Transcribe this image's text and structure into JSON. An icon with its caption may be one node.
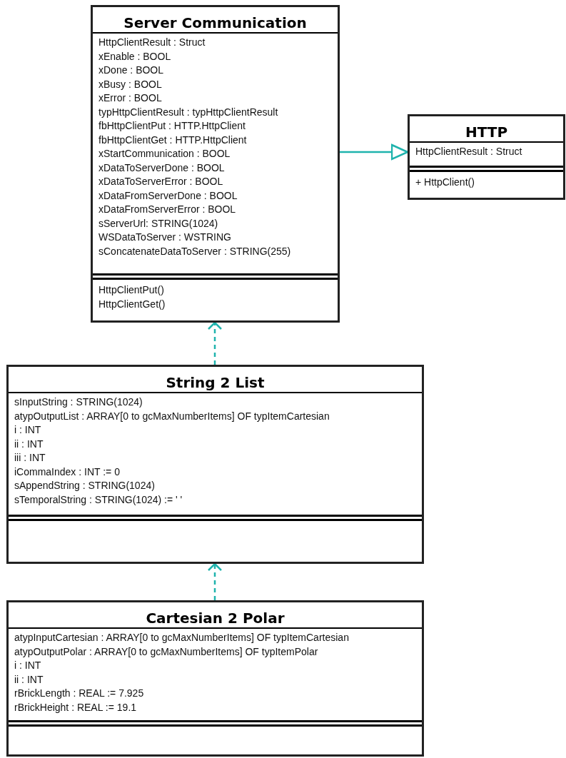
{
  "diagram": {
    "nodes": [
      {
        "text": [
          "Server Communication"
        ]
      },
      {
        "text": [
          "HttpClientResult : Struct",
          "xEnable : BOOL",
          "xDone : BOOL",
          "xBusy : BOOL",
          "xError : BOOL",
          "typHttpClientResult : typHttpClientResult",
          "fbHttpClientPut : HTTP.HttpClient",
          "fbHttpClientGet : HTTP.HttpClient",
          "xStartCommunication : BOOL",
          "xDataToServerDone : BOOL",
          "xDataToServerError : BOOL",
          "xDataFromServerDone : BOOL",
          "xDataFromServerError : BOOL",
          "sServerUrl: STRING(1024)",
          "WSDataToServer : WSTRING",
          "sConcatenateDataToServer : STRING(255)"
        ],
        "in": 0
      },
      {
        "text": [
          "HttpClientPut()",
          "HttpClientGet()"
        ],
        "in": 0
      },
      {
        "text": [
          "HTTP"
        ]
      },
      {
        "text": [
          "HttpClientResult : Struct"
        ],
        "in": 3
      },
      {
        "text": [
          "+ HttpClient()"
        ],
        "in": 3
      },
      {
        "text": [
          "String 2 List"
        ]
      },
      {
        "text": [
          "sInputString : STRING(1024)",
          "atypOutputList : ARRAY[0 to gcMaxNumberItems] OF typItemCartesian",
          "i : INT",
          "ii : INT",
          "iii : INT",
          "iCommaIndex : INT := 0",
          "sAppendString : STRING(1024)",
          "sTemporalString : STRING(1024) := ' '"
        ],
        "in": 6
      },
      {
        "text": [],
        "shape": "box",
        "in": 6
      },
      {
        "text": [
          "Cartesian 2 Polar"
        ]
      },
      {
        "text": [
          "atypInputCartesian : ARRAY[0 to gcMaxNumberItems] OF typItemCartesian",
          "atypOutputPolar : ARRAY[0 to gcMaxNumberItems] OF typItemPolar",
          "i : INT",
          "ii : INT",
          "rBrickLength : REAL := 7.925",
          "rBrickHeight : REAL := 19.1"
        ],
        "in": 9
      },
      {
        "text": [],
        "shape": "box",
        "in": 9
      }
    ],
    "edges": [
      {
        "from": 0,
        "to": 3,
        "arrow": "to"
      },
      {
        "from": 6,
        "to": 0,
        "arrow": "to",
        "style": "dashed"
      },
      {
        "from": 9,
        "to": 6,
        "arrow": "to",
        "style": "dashed"
      }
    ]
  }
}
